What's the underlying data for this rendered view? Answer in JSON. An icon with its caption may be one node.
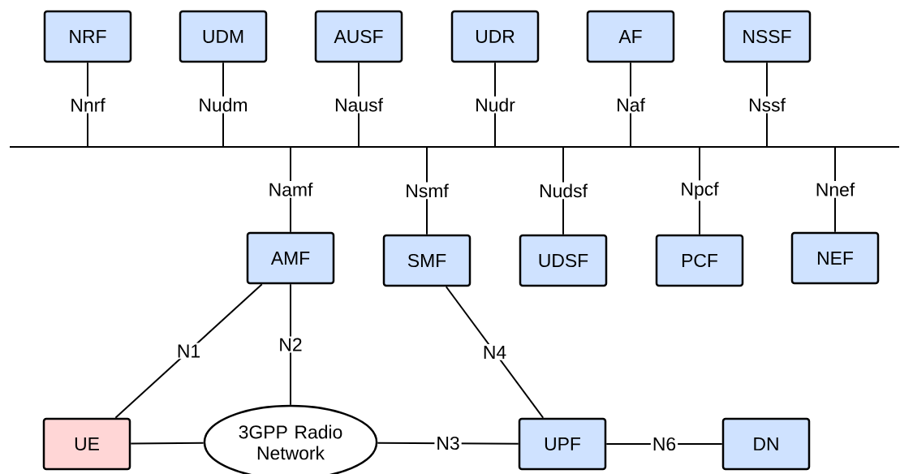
{
  "diagram": {
    "nodes": [
      {
        "text": [
          "NRF"
        ]
      },
      {
        "text": [
          "UDM"
        ]
      },
      {
        "text": [
          "AUSF"
        ]
      },
      {
        "text": [
          "UDR"
        ]
      },
      {
        "text": [
          "AF"
        ]
      },
      {
        "text": [
          "NSSF"
        ]
      },
      {
        "text": [],
        "shape": "bar"
      },
      {
        "text": [
          "AMF"
        ]
      },
      {
        "text": [
          "SMF"
        ]
      },
      {
        "text": [
          "UDSF"
        ]
      },
      {
        "text": [
          "PCF"
        ]
      },
      {
        "text": [
          "NEF"
        ]
      },
      {
        "text": [
          "UE"
        ]
      },
      {
        "text": [
          "3GPP Radio Network"
        ]
      },
      {
        "text": [
          "UPF"
        ]
      },
      {
        "text": [
          "DN"
        ]
      }
    ],
    "edges": [
      {
        "from": 0,
        "to": 6,
        "arrow": "none",
        "label": "Nnrf"
      },
      {
        "from": 1,
        "to": 6,
        "arrow": "none",
        "label": "Nudm"
      },
      {
        "from": 2,
        "to": 6,
        "arrow": "none",
        "label": "Nausf"
      },
      {
        "from": 3,
        "to": 6,
        "arrow": "none",
        "label": "Nudr"
      },
      {
        "from": 4,
        "to": 6,
        "arrow": "none",
        "label": "Naf"
      },
      {
        "from": 5,
        "to": 6,
        "arrow": "none",
        "label": "Nssf"
      },
      {
        "from": 7,
        "to": 6,
        "arrow": "none",
        "label": "Namf"
      },
      {
        "from": 8,
        "to": 6,
        "arrow": "none",
        "label": "Nsmf"
      },
      {
        "from": 9,
        "to": 6,
        "arrow": "none",
        "label": "Nudsf"
      },
      {
        "from": 10,
        "to": 6,
        "arrow": "none",
        "label": "Npcf"
      },
      {
        "from": 11,
        "to": 6,
        "arrow": "none",
        "label": "Nnef"
      },
      {
        "from": 7,
        "to": 12,
        "arrow": "none",
        "label": "N1"
      },
      {
        "from": 7,
        "to": 13,
        "arrow": "none",
        "label": "N2"
      },
      {
        "from": 8,
        "to": 14,
        "arrow": "none",
        "label": "N4"
      },
      {
        "from": 12,
        "to": 13,
        "arrow": "none"
      },
      {
        "from": 13,
        "to": 14,
        "arrow": "none",
        "label": "N3"
      },
      {
        "from": 14,
        "to": 15,
        "arrow": "none",
        "label": "N6"
      }
    ]
  }
}
